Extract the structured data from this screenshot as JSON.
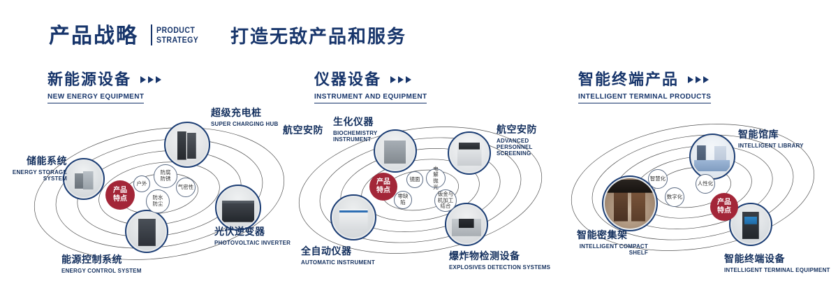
{
  "header": {
    "title": "产品战略",
    "subtitle": [
      "PRODUCT",
      "STRATEGY"
    ],
    "tagline": "打造无敌产品和服务"
  },
  "sections": [
    {
      "title": "新能源设备",
      "subtitle": "NEW ENERGY EQUIPMENT",
      "center_label": "产品特点",
      "features": [
        "防腐防锈",
        "户外",
        "气密性",
        "防水防尘"
      ],
      "products": [
        {
          "name": "储能系统",
          "en": "ENERGY STORAGE SYSTEM"
        },
        {
          "name": "超级充电桩",
          "en": "SUPER CHARGING HUB"
        },
        {
          "name": "光伏逆变器",
          "en": "PHOTOVOLTAIC INVERTER"
        },
        {
          "name": "能源控制系统",
          "en": "ENERGY CONTROL SYSTEM"
        }
      ]
    },
    {
      "title": "仪器设备",
      "subtitle": "INSTRUMENT AND EQUIPMENT",
      "center_label": "产品特点",
      "extra_label": "航空安防",
      "features": [
        "镜面",
        "电解抛光",
        "零缺陷",
        "钣金与机加工结合"
      ],
      "products": [
        {
          "name": "生化仪器",
          "en": "BIOCHEMISTRY INSTRUMENT"
        },
        {
          "name": "航空安防",
          "en": "ADVANCED PERSONNEL SCREENING"
        },
        {
          "name": "全自动仪器",
          "en": "AUTOMATIC INSTRUMENT"
        },
        {
          "name": "爆炸物检测设备",
          "en": "EXPLOSIVES DETECTION SYSTEMS"
        }
      ]
    },
    {
      "title": "智能终端产品",
      "subtitle": "INTELLIGENT TERMINAL PRODUCTS",
      "center_label": "产品特点",
      "features": [
        "智慧化",
        "人性化",
        "数字化"
      ],
      "products": [
        {
          "name": "智能馆库",
          "en": "INTELLIGENT LIBRARY"
        },
        {
          "name": "智能密集架",
          "en": "INTELLIGENT COMPACT SHELF"
        },
        {
          "name": "智能终端设备",
          "en": "INTELLIGENT TERMINAL EQUIPMENT"
        }
      ]
    }
  ],
  "icons": {
    "section_arrow": "triple-chevron-right",
    "accent_navy": "#17356b",
    "accent_red": "#a32638"
  }
}
